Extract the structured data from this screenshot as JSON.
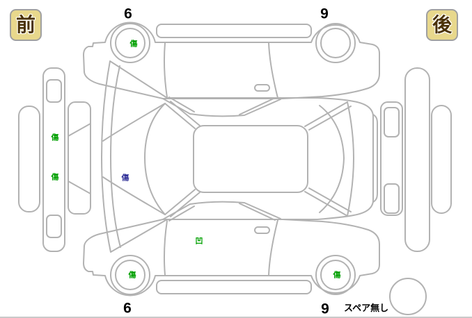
{
  "diagram": {
    "type": "vehicle-exterior-condition-diagram",
    "badges": {
      "front": "前",
      "rear": "後"
    },
    "wheel_numbers": {
      "top_front": "6",
      "top_rear": "9",
      "bottom_front": "6",
      "bottom_rear": "9"
    },
    "spare_tire_label": "スペア無し",
    "damage_marks": [
      {
        "location": "top-side-front-wheel",
        "symbol": "傷",
        "color": "#00a000"
      },
      {
        "location": "front-panel-upper",
        "symbol": "傷",
        "color": "#00a000"
      },
      {
        "location": "front-panel-lower",
        "symbol": "傷",
        "color": "#00a000"
      },
      {
        "location": "hood",
        "symbol": "傷",
        "color": "#333399"
      },
      {
        "location": "bottom-side-door",
        "symbol": "凹",
        "color": "#00a000"
      },
      {
        "location": "bottom-side-front-wheel",
        "symbol": "傷",
        "color": "#00a000"
      },
      {
        "location": "bottom-side-rear-wheel",
        "symbol": "傷",
        "color": "#00a000"
      }
    ],
    "colors": {
      "outline": "#b2b2b2",
      "badge_bg": "#e8d88c",
      "badge_text": "#4a3206",
      "scratch_green": "#00a000",
      "scratch_blue": "#333399"
    }
  }
}
